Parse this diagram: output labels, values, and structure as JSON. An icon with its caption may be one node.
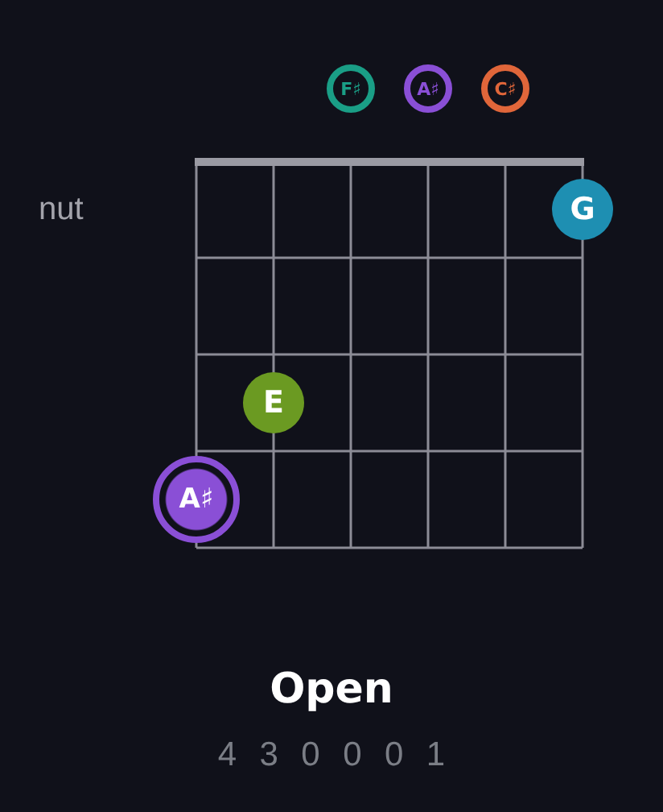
{
  "diagram": {
    "title": "Open",
    "nodes": [
      {
        "text": [
          "F♯"
        ]
      },
      {
        "text": [
          "A♯"
        ]
      },
      {
        "text": [
          "C♯"
        ]
      },
      {
        "text": [
          "G"
        ]
      },
      {
        "text": [
          "E"
        ]
      },
      {
        "text": [
          "A♯"
        ]
      }
    ],
    "labels": [
      "nut",
      "4 3 0 0 0 1"
    ]
  }
}
